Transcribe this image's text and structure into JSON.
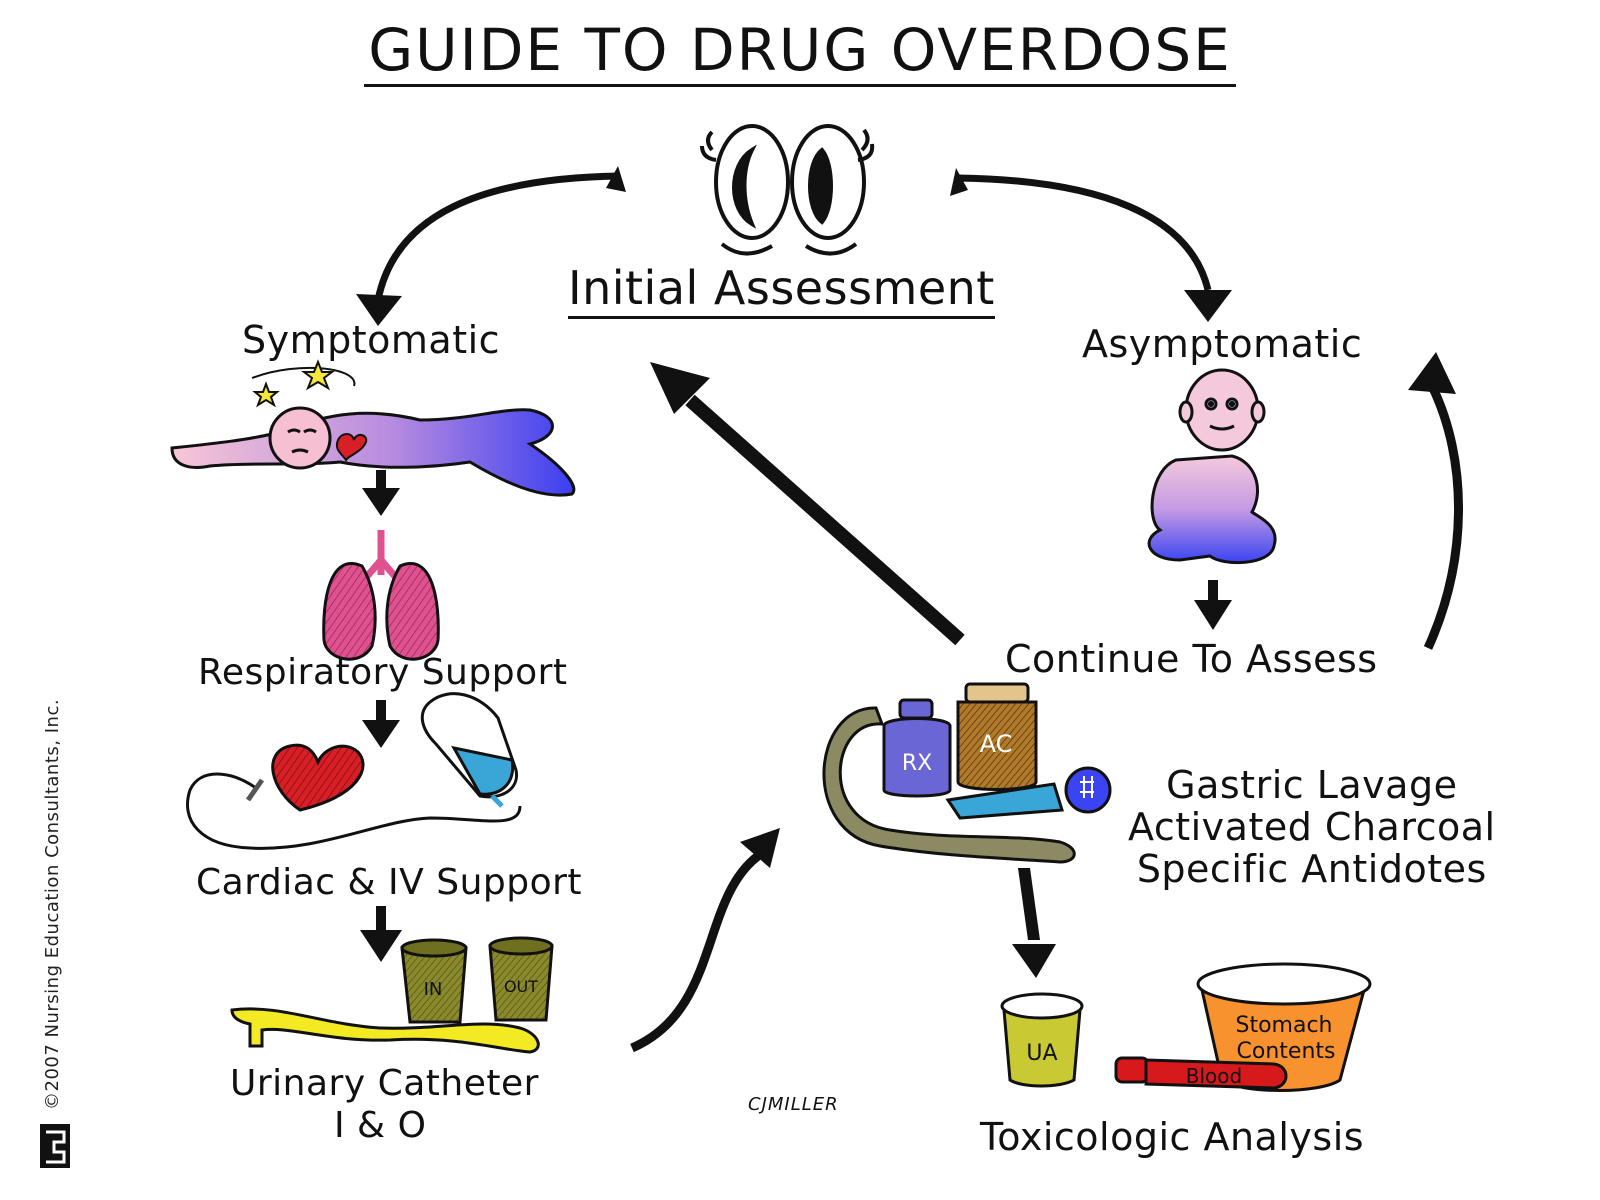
{
  "title": "GUIDE TO DRUG OVERDOSE",
  "nodes": {
    "initial_assessment": "Initial Assessment",
    "symptomatic": "Symptomatic",
    "asymptomatic": "Asymptomatic",
    "respiratory_support": "Respiratory Support",
    "cardiac_iv_support": "Cardiac & IV Support",
    "urinary_catheter": "Urinary Catheter",
    "intake_output": "I & O",
    "continue_to_assess": "Continue To Assess",
    "treatments": [
      "Gastric Lavage",
      "Activated Charcoal",
      "Specific Antidotes"
    ],
    "toxicologic_analysis": "Toxicologic Analysis"
  },
  "illustration_labels": {
    "cup_in": "IN",
    "cup_out": "OUT",
    "bottle_rx": "RX",
    "jar_ac": "AC",
    "cup_ua": "UA",
    "stomach_line1": "Stomach",
    "stomach_line2": "Contents",
    "blood_tube": "Blood"
  },
  "signature": "CJMILLER",
  "copyright": "©2007 Nursing Education Consultants, Inc.",
  "colors": {
    "lungs": "#e0528f",
    "heart": "#d91f26",
    "iv_fluid": "#3aa6d8",
    "catheter": "#f3ea24",
    "cups": "#8a8a2c",
    "rx_bottle": "#6b66d6",
    "charcoal_jar": "#b07a2a",
    "stomach_container": "#f7922e",
    "ua_cup": "#c9c933",
    "blood_tube": "#d7191c",
    "lavage_tube": "#8c8a63"
  }
}
